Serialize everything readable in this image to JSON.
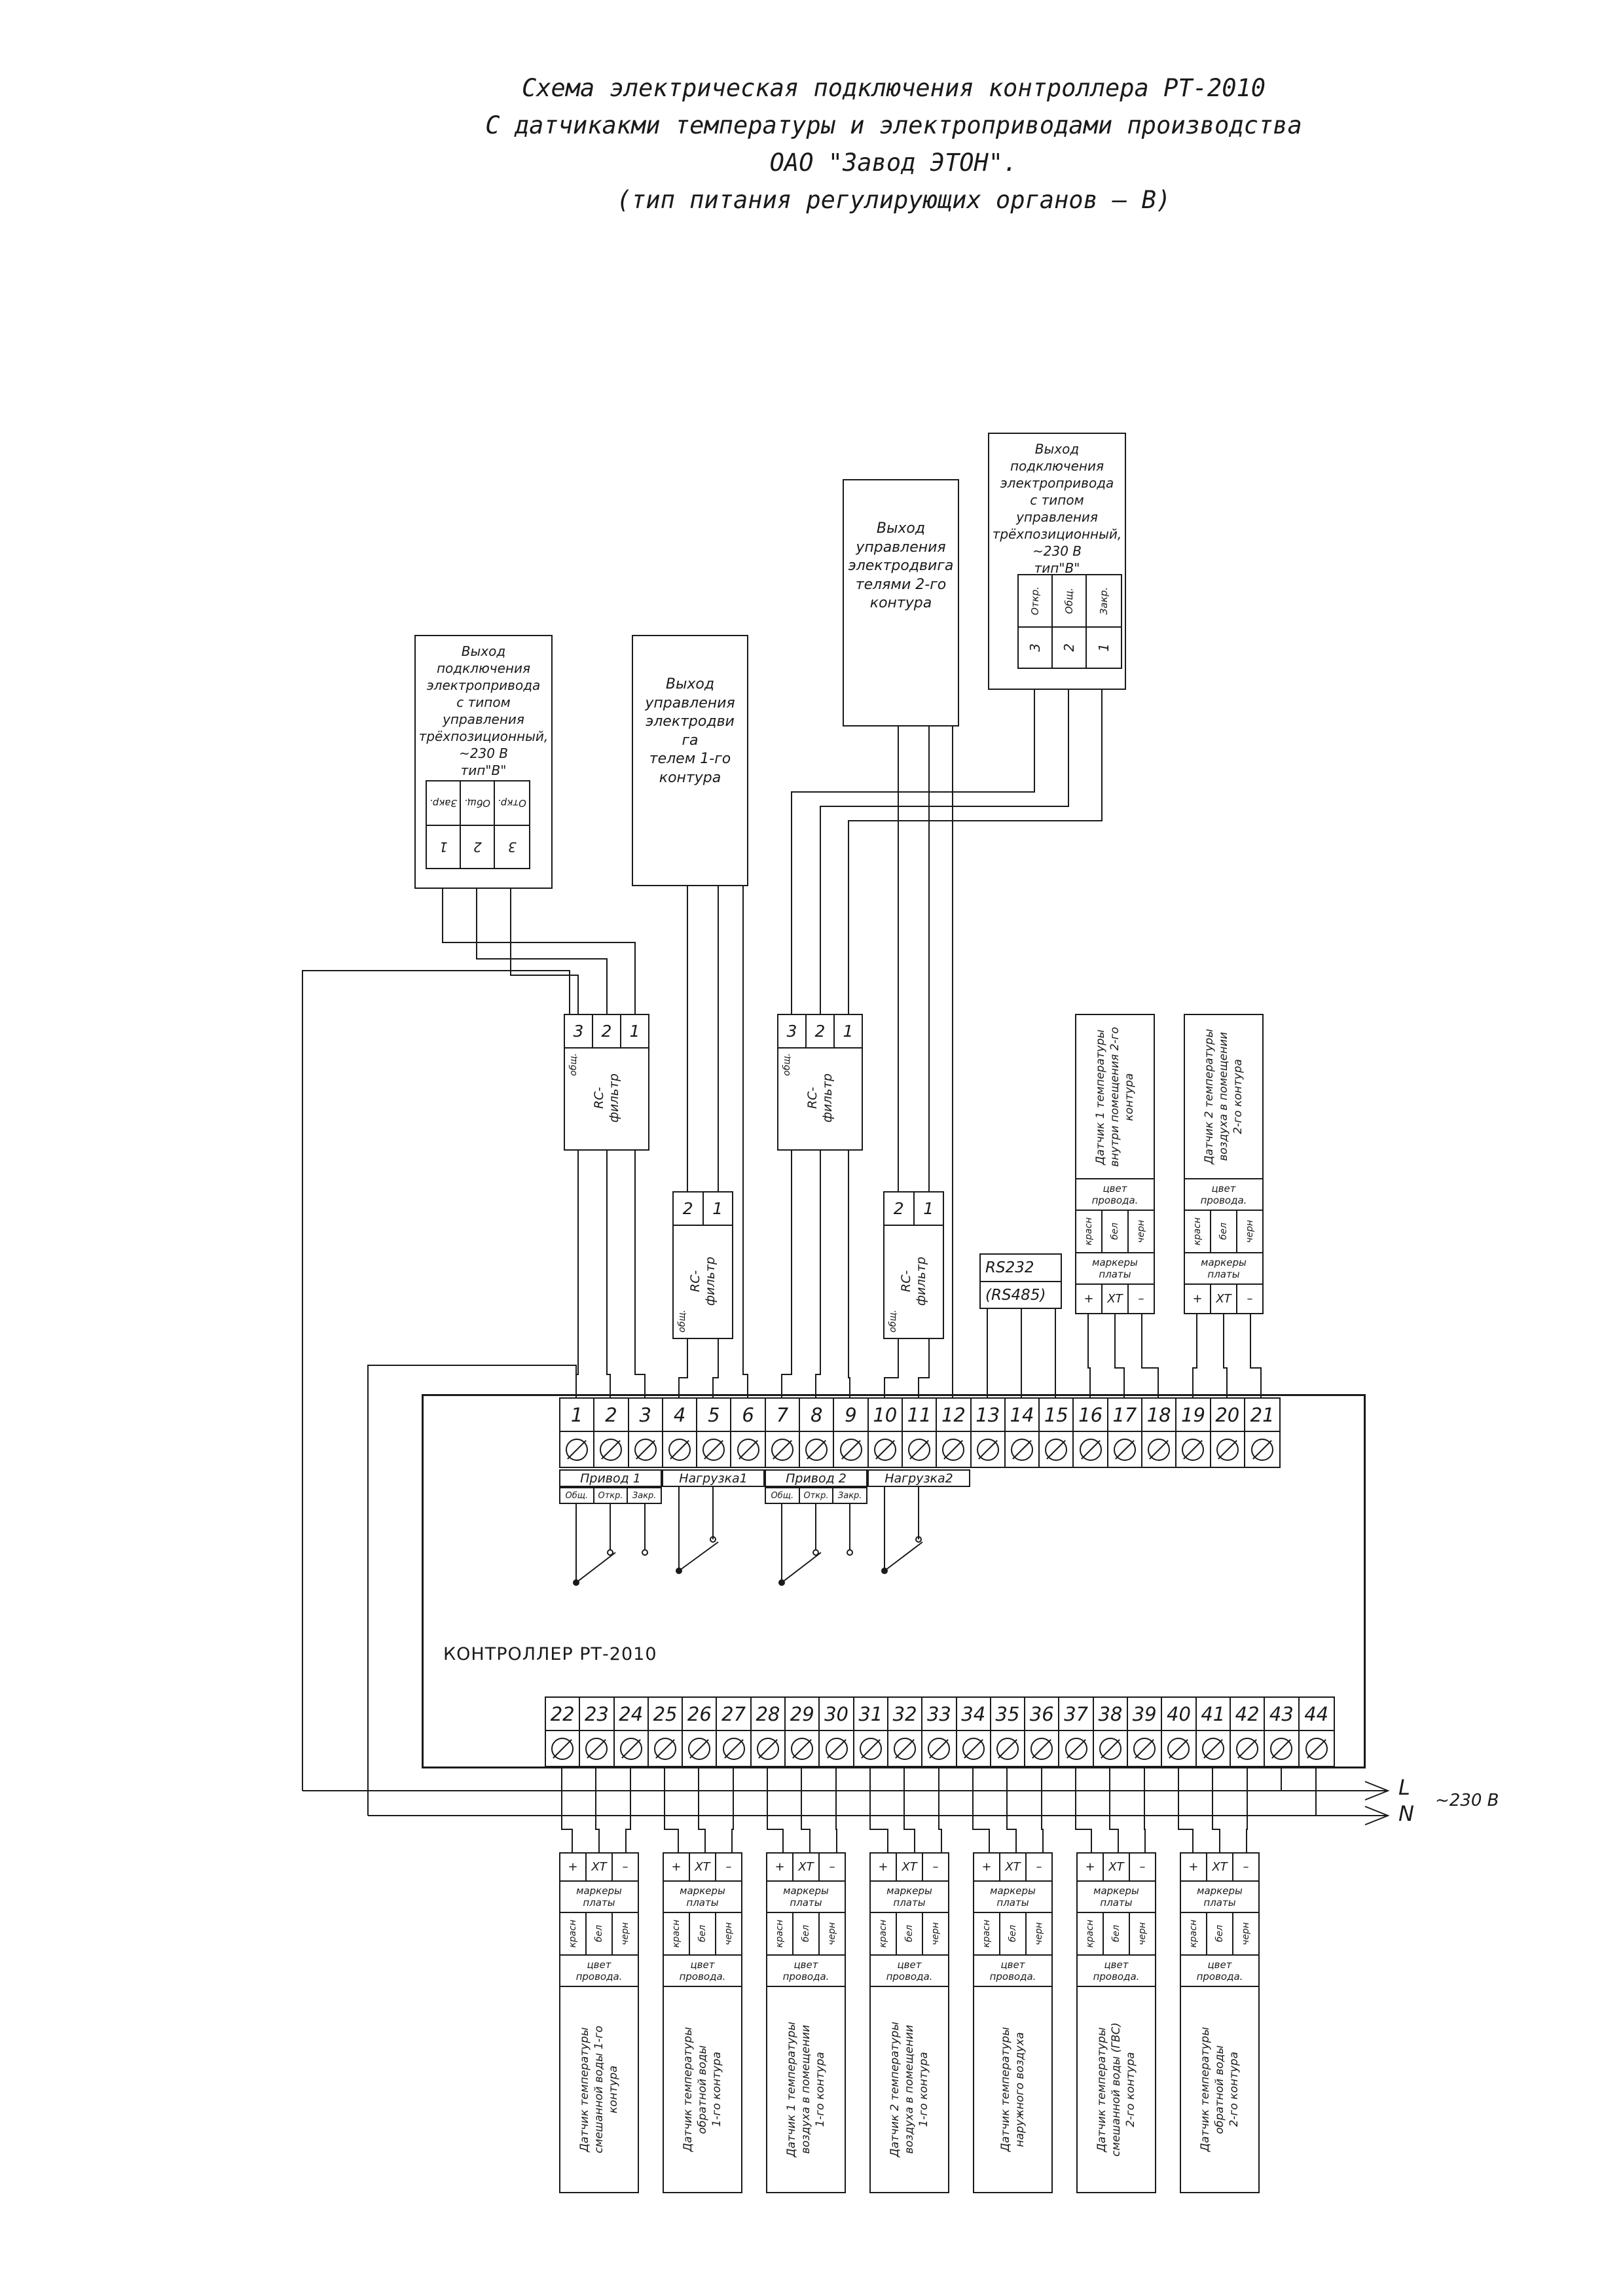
{
  "title": {
    "lines": [
      "Схема электрическая подключения контроллера РТ-2010",
      "С датчикакми температуры и электроприводами производства",
      "ОАО \"Завод ЭТОН\".",
      "(тип питания регулирующих органов – В)"
    ]
  },
  "actuator_left": {
    "description": "Выход подключения\nэлектропривода\nс типом управления\nтрёхпозиционный,\n~230 В\nтип\"В\"",
    "terminal_labels": [
      "Закр.",
      "Общ.",
      "Откр."
    ],
    "terminal_numbers": [
      "1",
      "2",
      "3"
    ]
  },
  "actuator_right": {
    "description": "Выход подключения\nэлектропривода\nс типом управления\nтрёхпозиционный,\n~230 В\nтип\"В\"",
    "terminal_labels": [
      "Откр.",
      "Общ.",
      "Закр."
    ],
    "terminal_numbers": [
      "3",
      "2",
      "1"
    ]
  },
  "motor_output_1": "Выход\nуправления\nэлектродви\nга\nтелем 1-го\nконтура",
  "motor_output_2": "Выход\nуправления\nэлектродвига\nтелями 2-го\nконтура",
  "rc_filter": {
    "label": "RC-\nфильтр",
    "common_label": "общ.",
    "three_terminals": [
      "3",
      "2",
      "1"
    ],
    "two_terminals": [
      "2",
      "1"
    ]
  },
  "rs_interface": {
    "line1": "RS232",
    "line2": "(RS485)"
  },
  "controller": {
    "label": "КОНТРОЛЛЕР РТ-2010",
    "terminals_top": [
      "1",
      "2",
      "3",
      "4",
      "5",
      "6",
      "7",
      "8",
      "9",
      "10",
      "11",
      "12",
      "13",
      "14",
      "15",
      "16",
      "17",
      "18",
      "19",
      "20",
      "21"
    ],
    "terminals_bottom": [
      "22",
      "23",
      "24",
      "25",
      "26",
      "27",
      "28",
      "29",
      "30",
      "31",
      "32",
      "33",
      "34",
      "35",
      "36",
      "37",
      "38",
      "39",
      "40",
      "41",
      "42",
      "43",
      "44"
    ],
    "group_labels": [
      "Привод 1",
      "Нагрузка1",
      "Привод 2",
      "Нагрузка2"
    ],
    "drive_sub_labels": [
      "Общ.",
      "Откр.",
      "Закр."
    ]
  },
  "power": {
    "l": "L",
    "n": "N",
    "voltage": "~230 В"
  },
  "sensor_common": {
    "contact_labels": [
      "+",
      "XT",
      "–"
    ],
    "markers_label": "маркеры\nплаты",
    "wire_color_label": "цвет\nпровода.",
    "wire_colors": [
      "красн",
      "бел",
      "черн"
    ]
  },
  "room_sensors": [
    {
      "name": "Датчик 1 температуры\nвнутри помещения 2-го\nконтура"
    },
    {
      "name": "Датчик 2 температуры\nвоздуха в помещении\n2-го контура"
    }
  ],
  "bottom_sensors": [
    {
      "name": "Датчик температуры\nсмешанной воды 1-го\nконтура"
    },
    {
      "name": "Датчик температуры\nобратной воды\n1-го контура"
    },
    {
      "name": "Датчик 1 температуры\nвоздуха в помещении\n1-го контура"
    },
    {
      "name": "Датчик 2 температуры\nвоздуха в помещении\n1-го контура"
    },
    {
      "name": "Датчик температуры\nнаружного воздуха"
    },
    {
      "name": "Датчик температуры\nсмешанной воды (ГВС)\n2-го контура"
    },
    {
      "name": "Датчик температуры\nобратной воды\n2-го контура"
    }
  ]
}
